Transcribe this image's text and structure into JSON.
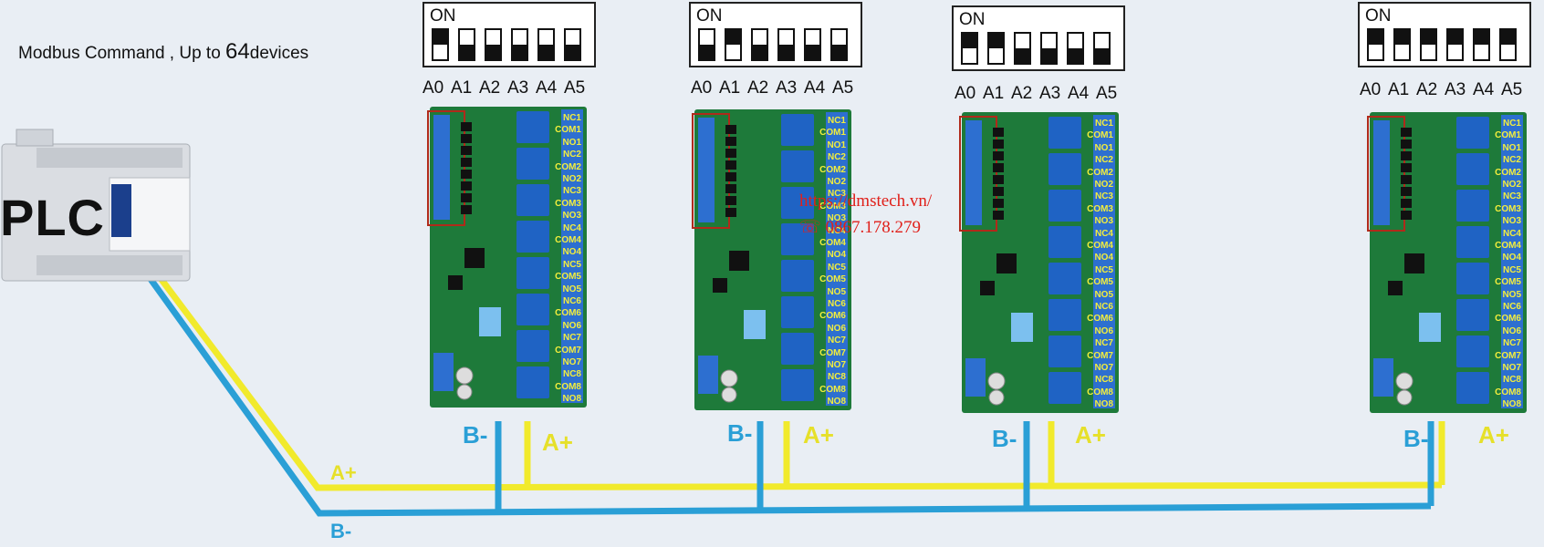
{
  "caption": {
    "prefix": "Modbus Command , Up to ",
    "count": "64",
    "suffix": "devices"
  },
  "plc": {
    "label": "PLC"
  },
  "dip": {
    "on_label": "ON",
    "address_labels": [
      "A0",
      "A1",
      "A2",
      "A3",
      "A4",
      "A5"
    ],
    "devices": [
      {
        "switches": [
          "on",
          "off",
          "off",
          "off",
          "off",
          "off"
        ]
      },
      {
        "switches": [
          "off",
          "on",
          "off",
          "off",
          "off",
          "off"
        ]
      },
      {
        "switches": [
          "on",
          "on",
          "off",
          "off",
          "off",
          "off"
        ]
      },
      {
        "switches": [
          "on",
          "on",
          "on",
          "on",
          "on",
          "on"
        ]
      }
    ]
  },
  "board": {
    "pin_labels": [
      "NC1",
      "COM1",
      "NO1",
      "NC2",
      "COM2",
      "NO2",
      "NC3",
      "COM3",
      "NO3",
      "NC4",
      "COM4",
      "NO4",
      "NC5",
      "COM5",
      "NO5",
      "NC6",
      "COM6",
      "NO6",
      "NC7",
      "COM7",
      "NO7",
      "NC8",
      "COM8",
      "NO8"
    ]
  },
  "bus": {
    "a_label": "A+",
    "b_label": "B-"
  },
  "watermark": {
    "url": "https://dmstech.vn/",
    "phone": "☏ 0867.178.279"
  },
  "colors": {
    "a_line": "#f1ea2c",
    "b_line": "#2a9fd6",
    "pcb": "#1e7a3a",
    "relay": "#1f63c4",
    "terminal": "#2d6fd0"
  }
}
